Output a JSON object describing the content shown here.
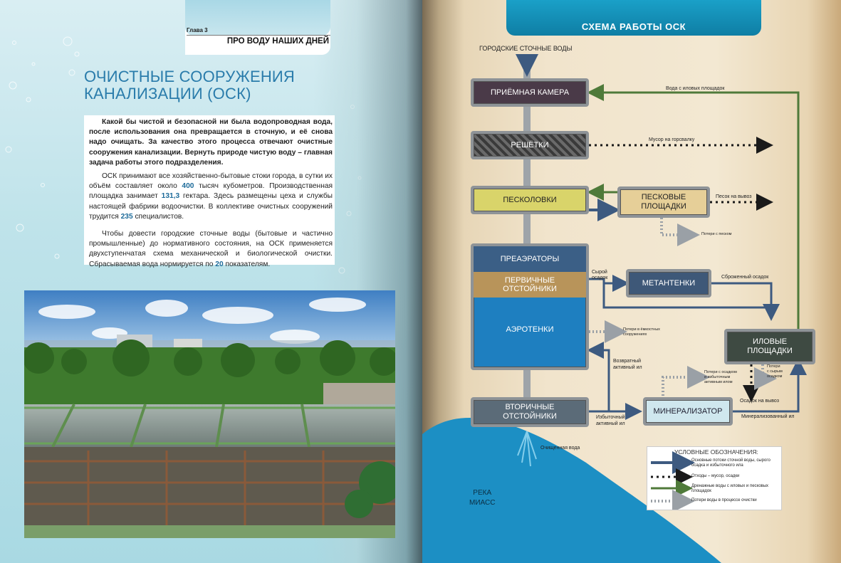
{
  "left_page": {
    "chapter_label": "Глава 3",
    "running_head": "ПРО ВОДУ НАШИХ ДНЕЙ",
    "title_line1": "ОЧИСТНЫЕ СООРУЖЕНИЯ",
    "title_line2": "КАНАЛИЗАЦИИ (ОСК)",
    "lead_paragraph": "Какой бы чистой и безопасной ни была водопроводная вода, после использования она превращается в сточную, и её снова надо очищать. За качество этого процесса отвечают очистные сооружения канализации. Вернуть природе чистую воду – главная задача работы этого подразделения.",
    "p2_a": "ОСК принимают все хозяйственно-бытовые стоки города, в сутки их объём составляет около ",
    "p2_n1": "400",
    "p2_b": " тысяч кубометров. Производственная площадка занимает ",
    "p2_n2": "131,3",
    "p2_c": " гектара. Здесь размещены цеха и службы настоящей фабрики водоочистки. В коллективе очистных сооружений трудится ",
    "p2_n3": "235",
    "p2_d": " специалистов.",
    "p3_a": "Чтобы довести городские сточные воды (бытовые и частично промышленные) до нормативного состояния, на ОСК применяется двухступенчатая схема механической и биологической очистки. Сбрасываемая вода нормируется по ",
    "p3_n": "20",
    "p3_b": " показателям."
  },
  "scheme": {
    "header": "СХЕМА РАБОТЫ ОСК",
    "inflow": "ГОРОДСКИЕ СТОЧНЫЕ ВОДЫ",
    "boxes": {
      "priemnaya": "ПРИЁМНАЯ КАМЕРА",
      "reshetki": "РЕШЁТКИ",
      "peskolovki": "ПЕСКОЛОВКИ",
      "peskovye_1": "ПЕСКОВЫЕ",
      "peskovye_2": "ПЛОЩАДКИ",
      "preaeratory": "ПРЕАЭРАТОРЫ",
      "pervichnye_1": "ПЕРВИЧНЫЕ",
      "pervichnye_2": "ОТСТОЙНИКИ",
      "aerotenki": "АЭРОТЕНКИ",
      "metantenki": "МЕТАНТЕНКИ",
      "ilovye_1": "ИЛОВЫЕ",
      "ilovye_2": "ПЛОЩАДКИ",
      "vtorichnye_1": "ВТОРИЧНЫЕ",
      "vtorichnye_2": "ОТСТОЙНИКИ",
      "mineralizator": "МИНЕРАЛИЗАТОР"
    },
    "labels": {
      "voda_s_ilovyh": "Вода с иловых площадок",
      "musor": "Мусор на горсвалку",
      "pesok": "Песок на вывоз",
      "poteri_pesok": "Потери с песком",
      "syroy_1": "Сырой",
      "syroy_2": "осадок",
      "sbrozh": "Сброженный осадок",
      "poteri_emk_1": "Потери в ёмкостных",
      "poteri_emk_2": "сооружениях",
      "vozvrat_1": "Возвратный",
      "vozvrat_2": "активный ил",
      "poteri_osadok_1": "Потери с осадком",
      "poteri_osadok_2": "и избыточным",
      "poteri_osadok_3": "активным илом",
      "poteri_syrym_1": "Потери",
      "poteri_syrym_2": "с сырым",
      "poteri_syrym_3": "осадком",
      "osadok_vyvoz": "Осадок на вывоз",
      "izbyt_1": "Избыточный",
      "izbyt_2": "активный ил",
      "mineral": "Минерализованный ил",
      "ochishch": "Очищенная вода",
      "reka_1": "РЕКА",
      "reka_2": "МИАСС"
    },
    "legend": {
      "title": "УСЛОВНЫЕ ОБОЗНАЧЕНИЯ:",
      "i1_a": "Основные потоки сточной воды, сырого",
      "i1_b": "осадка и избыточного ила",
      "i2": "Отходы – мусор, осадки",
      "i3_a": "Дренажные воды с иловых и песковых",
      "i3_b": "площадок",
      "i4": "Потери воды в процессе очистки"
    },
    "colors": {
      "main_flow": "#3d5a80",
      "waste": "#1a1a1a",
      "drain": "#4f7a3a",
      "loss": "#9aa0a6",
      "river": "#1c8fc4"
    }
  }
}
